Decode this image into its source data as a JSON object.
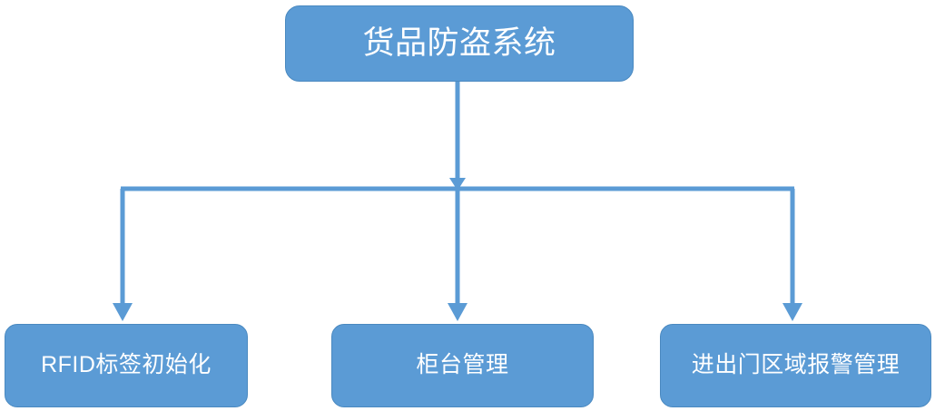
{
  "diagram": {
    "type": "hierarchy-tree",
    "orientation": "top-down",
    "background_color": "#ffffff",
    "node_fill_color": "#5b9bd5",
    "node_border_color": "#4a89c0",
    "node_text_color": "#ffffff",
    "connector_color": "#5b9bd5",
    "root": {
      "label": "货品防盗系统"
    },
    "children": [
      {
        "label": "RFID标签初始化"
      },
      {
        "label": "柜台管理"
      },
      {
        "label": "进出门区域报警管理"
      }
    ]
  }
}
